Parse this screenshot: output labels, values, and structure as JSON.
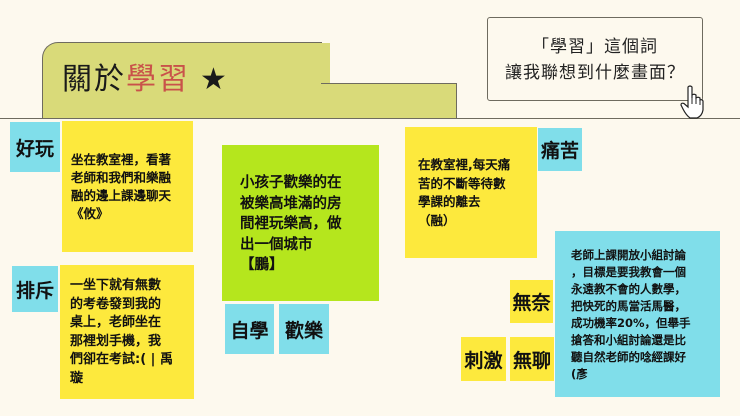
{
  "title": {
    "part1": "關於",
    "part2": "學習",
    "star": "★"
  },
  "prompt": {
    "line1": "「學習」這個詞",
    "line2": "讓我聯想到什麼畫面？",
    "cursor_icon": "pointer-hand-icon"
  },
  "colors": {
    "background": "#fdf9ee",
    "title_tab": "#d9da79",
    "title_accent": "#c9524a",
    "sticky_yellow": "#fde93d",
    "sticky_cyan": "#80deea",
    "sticky_green": "#b5e61d"
  },
  "notes": [
    {
      "label": "好玩",
      "text": "坐在教室裡，看著\n老師和我們和樂融\n融的邊上課邊聊天\n《攸》"
    },
    {
      "label": "排斥",
      "text": "一坐下就有無數\n的考卷發到我的\n桌上，老師坐在\n那裡划手機，我\n們卻在考試:( | 禹\n璇"
    },
    {
      "labels": [
        "自學",
        "歡樂"
      ],
      "text": "小孩子歡樂的在\n被樂高堆滿的房\n間裡玩樂高，做\n出一個城市\n【鵬】"
    },
    {
      "label": "痛苦",
      "text": "在教室裡,每天痛\n苦的不斷等待數\n學課的離去\n（融）"
    },
    {
      "labels": [
        "無奈",
        "刺激",
        "無聊"
      ],
      "text": "老師上課開放小組討論\n，目標是要我教會一個\n永遠教不會的人數學，\n把快死的馬當活馬醫，\n成功機率20%，但舉手\n搶答和小組討論還是比\n聽自然老師的唸經課好\n(彥"
    }
  ]
}
